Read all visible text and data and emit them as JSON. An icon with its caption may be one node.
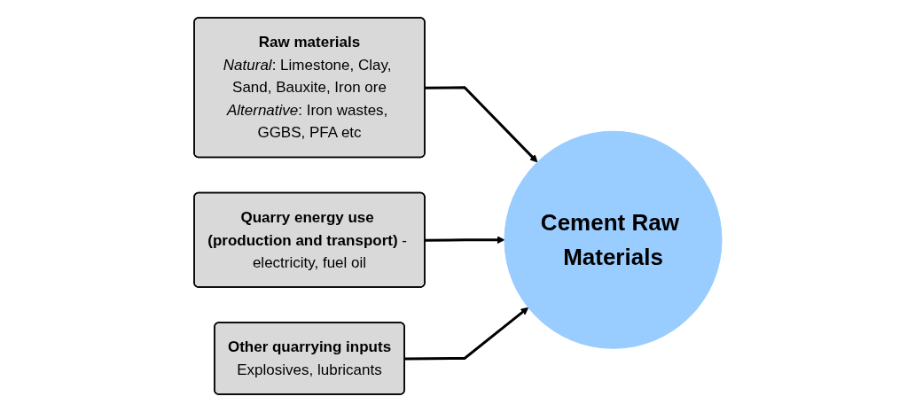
{
  "diagram": {
    "nodes": [
      {
        "text": [
          "Raw materials",
          "*Natural*: Limestone, Clay, Sand, Bauxite, Iron ore",
          "*Alternative*: Iron wastes, GGBS, PFA etc"
        ]
      },
      {
        "text": [
          "**Quarry energy use (production and transport)** - electricity, fuel oil"
        ]
      },
      {
        "text": [
          "Cement Raw Materials"
        ]
      },
      {
        "text": [
          "Other quarrying inputs",
          "Explosives, lubricants"
        ]
      }
    ],
    "edges": [
      {
        "from": 0,
        "to": 2,
        "arrow": "to"
      },
      {
        "from": 1,
        "to": 2,
        "arrow": "to"
      },
      {
        "from": 3,
        "to": 2,
        "arrow": "to"
      }
    ]
  }
}
